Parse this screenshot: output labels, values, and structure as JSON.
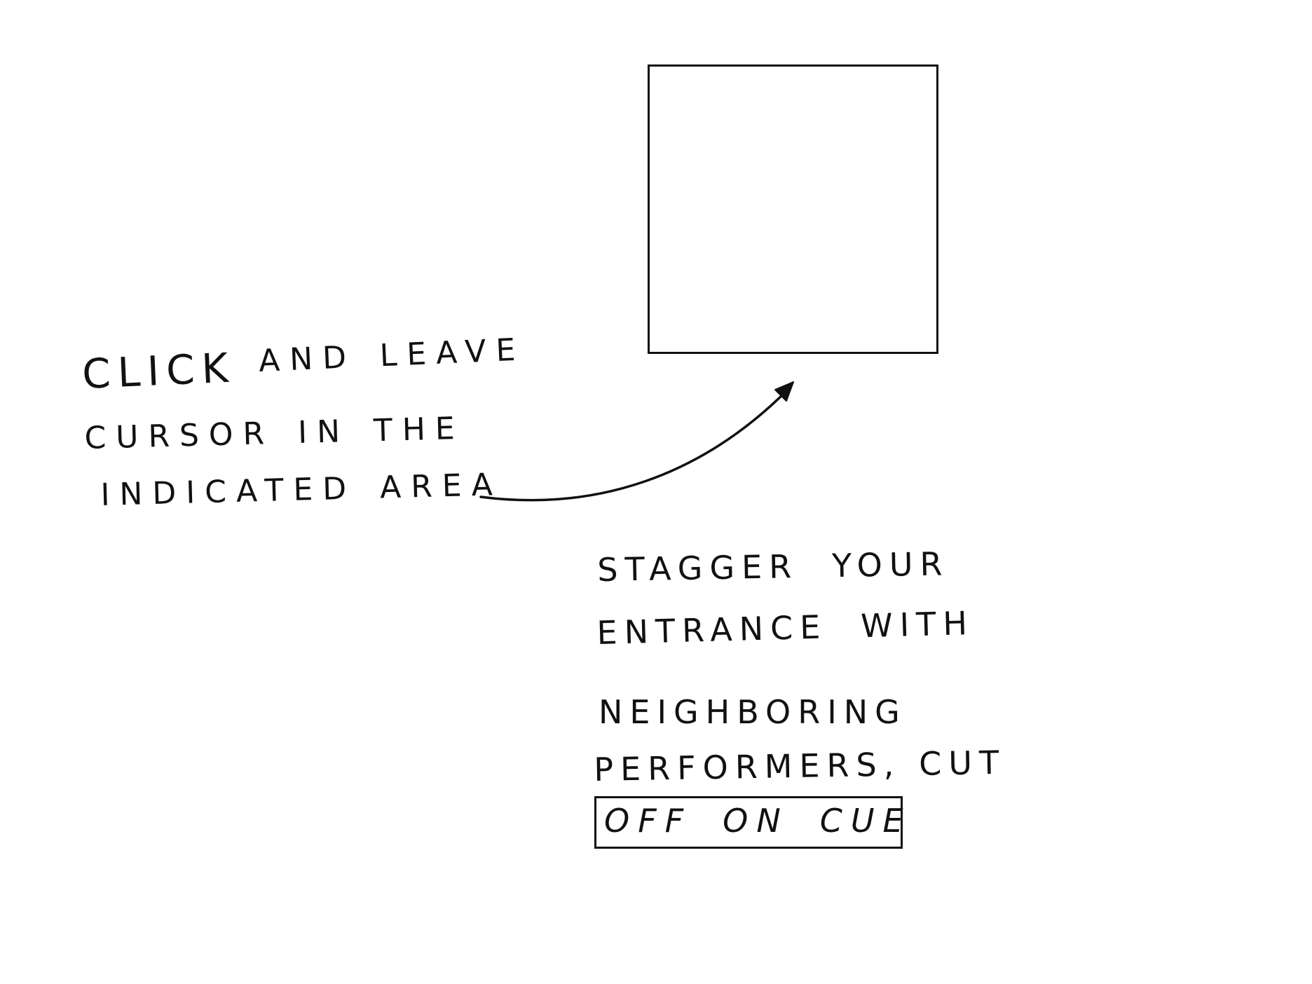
{
  "instruction": {
    "lines": [
      [
        "CLICK",
        "AND",
        "LEAVE"
      ],
      [
        "CURSOR",
        "IN",
        "THE"
      ],
      [
        "INDICATED",
        "AREA"
      ]
    ]
  },
  "note": {
    "lines": [
      [
        "STAGGER",
        "YOUR"
      ],
      [
        "ENTRANCE",
        "WITH"
      ],
      [
        "NEIGHBORING"
      ],
      [
        "PERFORMERS,",
        "CUT"
      ]
    ],
    "boxed": [
      "OFF",
      "ON",
      "CUE"
    ]
  },
  "colors": {
    "ink": "#111111",
    "background": "#ffffff"
  }
}
